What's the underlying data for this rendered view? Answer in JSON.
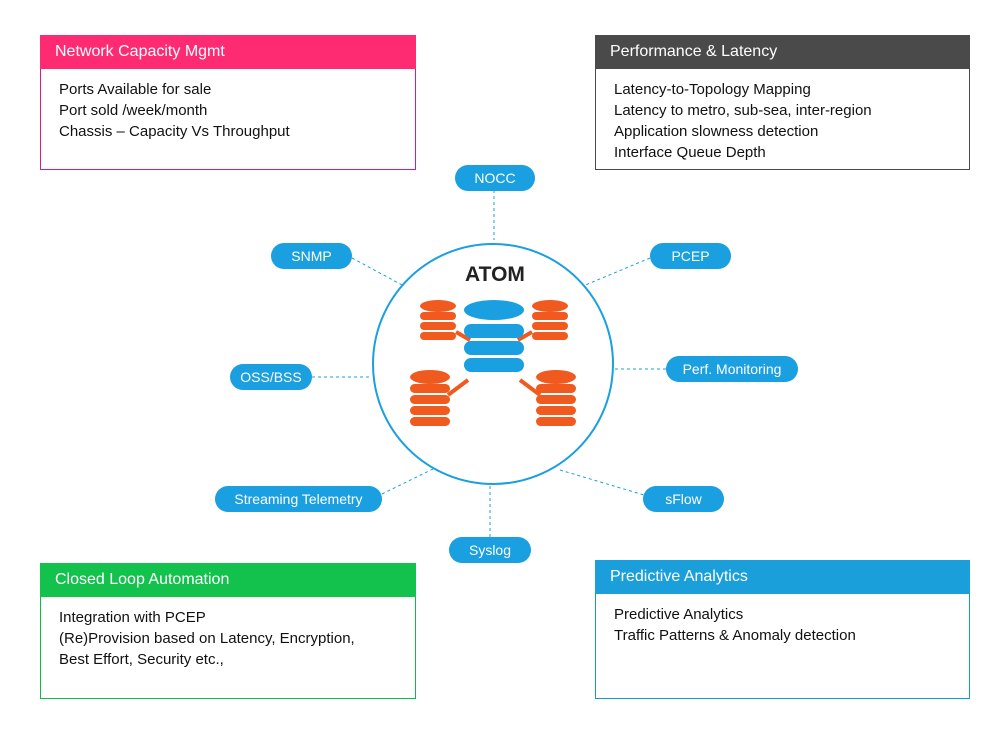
{
  "cards": {
    "network_capacity": {
      "title": "Network Capacity Mgmt",
      "lines": [
        "Ports Available for sale",
        "Port sold /week/month",
        "Chassis – Capacity Vs Throughput"
      ],
      "color": "#ff2b72"
    },
    "performance_latency": {
      "title": "Performance & Latency",
      "lines": [
        "Latency-to-Topology Mapping",
        "Latency to metro, sub-sea, inter-region",
        "Application slowness detection",
        "Interface Queue Depth"
      ],
      "color": "#4a4a4a"
    },
    "closed_loop": {
      "title": "Closed Loop Automation",
      "lines": [
        "Integration with PCEP",
        "(Re)Provision based on Latency, Encryption,",
        "Best Effort, Security etc.,"
      ],
      "color": "#13c14d"
    },
    "predictive": {
      "title": "Predictive Analytics",
      "lines": [
        "Predictive Analytics",
        "Traffic Patterns & Anomaly detection"
      ],
      "color": "#1a9fdb"
    }
  },
  "center": {
    "title": "ATOM",
    "icon": "database-cluster-icon"
  },
  "nodes": {
    "nocc": "NOCC",
    "snmp": "SNMP",
    "pcep": "PCEP",
    "oss_bss": "OSS/BSS",
    "perf_monitoring": "Perf. Monitoring",
    "streaming_telemetry": "Streaming Telemetry",
    "sflow": "sFlow",
    "syslog": "Syslog"
  },
  "colors": {
    "accent_blue": "#1a9fe0",
    "db_orange": "#f05a1e"
  }
}
